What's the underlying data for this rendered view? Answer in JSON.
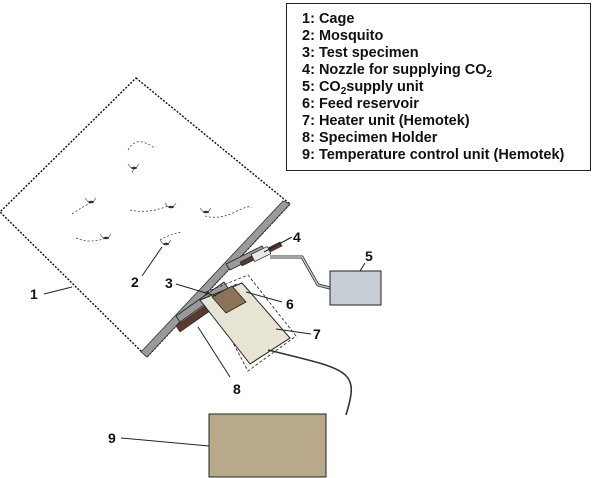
{
  "legend": {
    "items": [
      {
        "number": "1",
        "text": "Cage"
      },
      {
        "number": "2",
        "text": "Mosquito"
      },
      {
        "number": "3",
        "text": "Test specimen"
      },
      {
        "number": "4",
        "text": "Nozzle for supplying CO",
        "sub": "2"
      },
      {
        "number": "5",
        "text_before": "CO",
        "sub": "2",
        "text_after": "supply unit"
      },
      {
        "number": "6",
        "text": "Feed reservoir"
      },
      {
        "number": "7",
        "text": "Heater unit (Hemotek)"
      },
      {
        "number": "8",
        "text": "Specimen Holder"
      },
      {
        "number": "9",
        "text": "Temperature control unit (Hemotek)"
      }
    ]
  },
  "callouts": {
    "c1": "1",
    "c2": "2",
    "c3": "3",
    "c4": "4",
    "c5": "5",
    "c6": "6",
    "c7": "7",
    "c8": "8",
    "c9": "9"
  },
  "colors": {
    "cage_frame": "#9a9a9a",
    "specimen_holder": "#5a3a2a",
    "test_specimen": "#8b7355",
    "heater_unit": "#e8e4d4",
    "co2_unit": "#c7cdd4",
    "temperature_control_unit": "#b7a98a"
  }
}
